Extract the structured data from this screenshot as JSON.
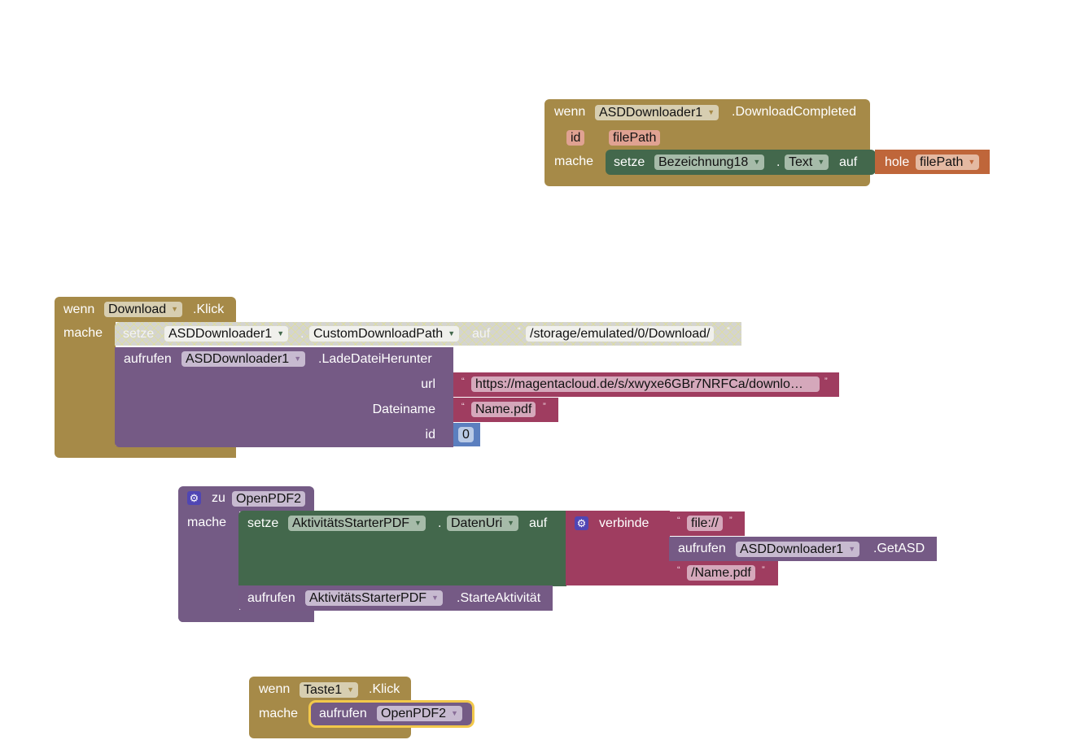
{
  "block_download_completed": {
    "when": "wenn",
    "component": "ASDDownloader1",
    "event": ".DownloadCompleted",
    "params": [
      "id",
      "filePath"
    ],
    "do": "mache",
    "set": {
      "label": "setze",
      "component": "Bezeichnung18",
      "dot": ".",
      "property": "Text",
      "to": "auf"
    },
    "get": {
      "label": "hole",
      "var": "filePath"
    }
  },
  "block_download_click": {
    "when": "wenn",
    "component": "Download",
    "event": ".Klick",
    "do": "mache",
    "set_disabled": {
      "label": "setze",
      "component": "ASDDownloader1",
      "dot": ".",
      "property": "CustomDownloadPath",
      "to": "auf",
      "value": "/storage/emulated/0/Download/"
    },
    "call": {
      "label": "aufrufen",
      "component": "ASDDownloader1",
      "method": ".LadeDateiHerunter",
      "args": [
        {
          "name": "url",
          "value": "https://magentacloud.de/s/xwyxe6GBr7NRFCa/downlo…"
        },
        {
          "name": "Dateiname",
          "value": "Name.pdf"
        },
        {
          "name": "id",
          "value": "0"
        }
      ]
    }
  },
  "block_procedure": {
    "to": "zu",
    "name": "OpenPDF2",
    "do": "mache",
    "set": {
      "label": "setze",
      "component": "AktivitätsStarterPDF",
      "dot": ".",
      "property": "DatenUri",
      "to": "auf"
    },
    "join": {
      "label": "verbinde",
      "text1": "file://",
      "call_label": "aufrufen",
      "call_component": "ASDDownloader1",
      "call_method": ".GetASD",
      "text2": "/Name.pdf"
    },
    "call": {
      "label": "aufrufen",
      "component": "AktivitätsStarterPDF",
      "method": ".StarteAktivität"
    }
  },
  "block_taste_click": {
    "when": "wenn",
    "component": "Taste1",
    "event": ".Klick",
    "do": "mache",
    "call": {
      "label": "aufrufen",
      "procedure": "OpenPDF2"
    }
  },
  "quotes": {
    "open": "“",
    "close": "”"
  },
  "arrow": "▼",
  "gear": "⚙"
}
